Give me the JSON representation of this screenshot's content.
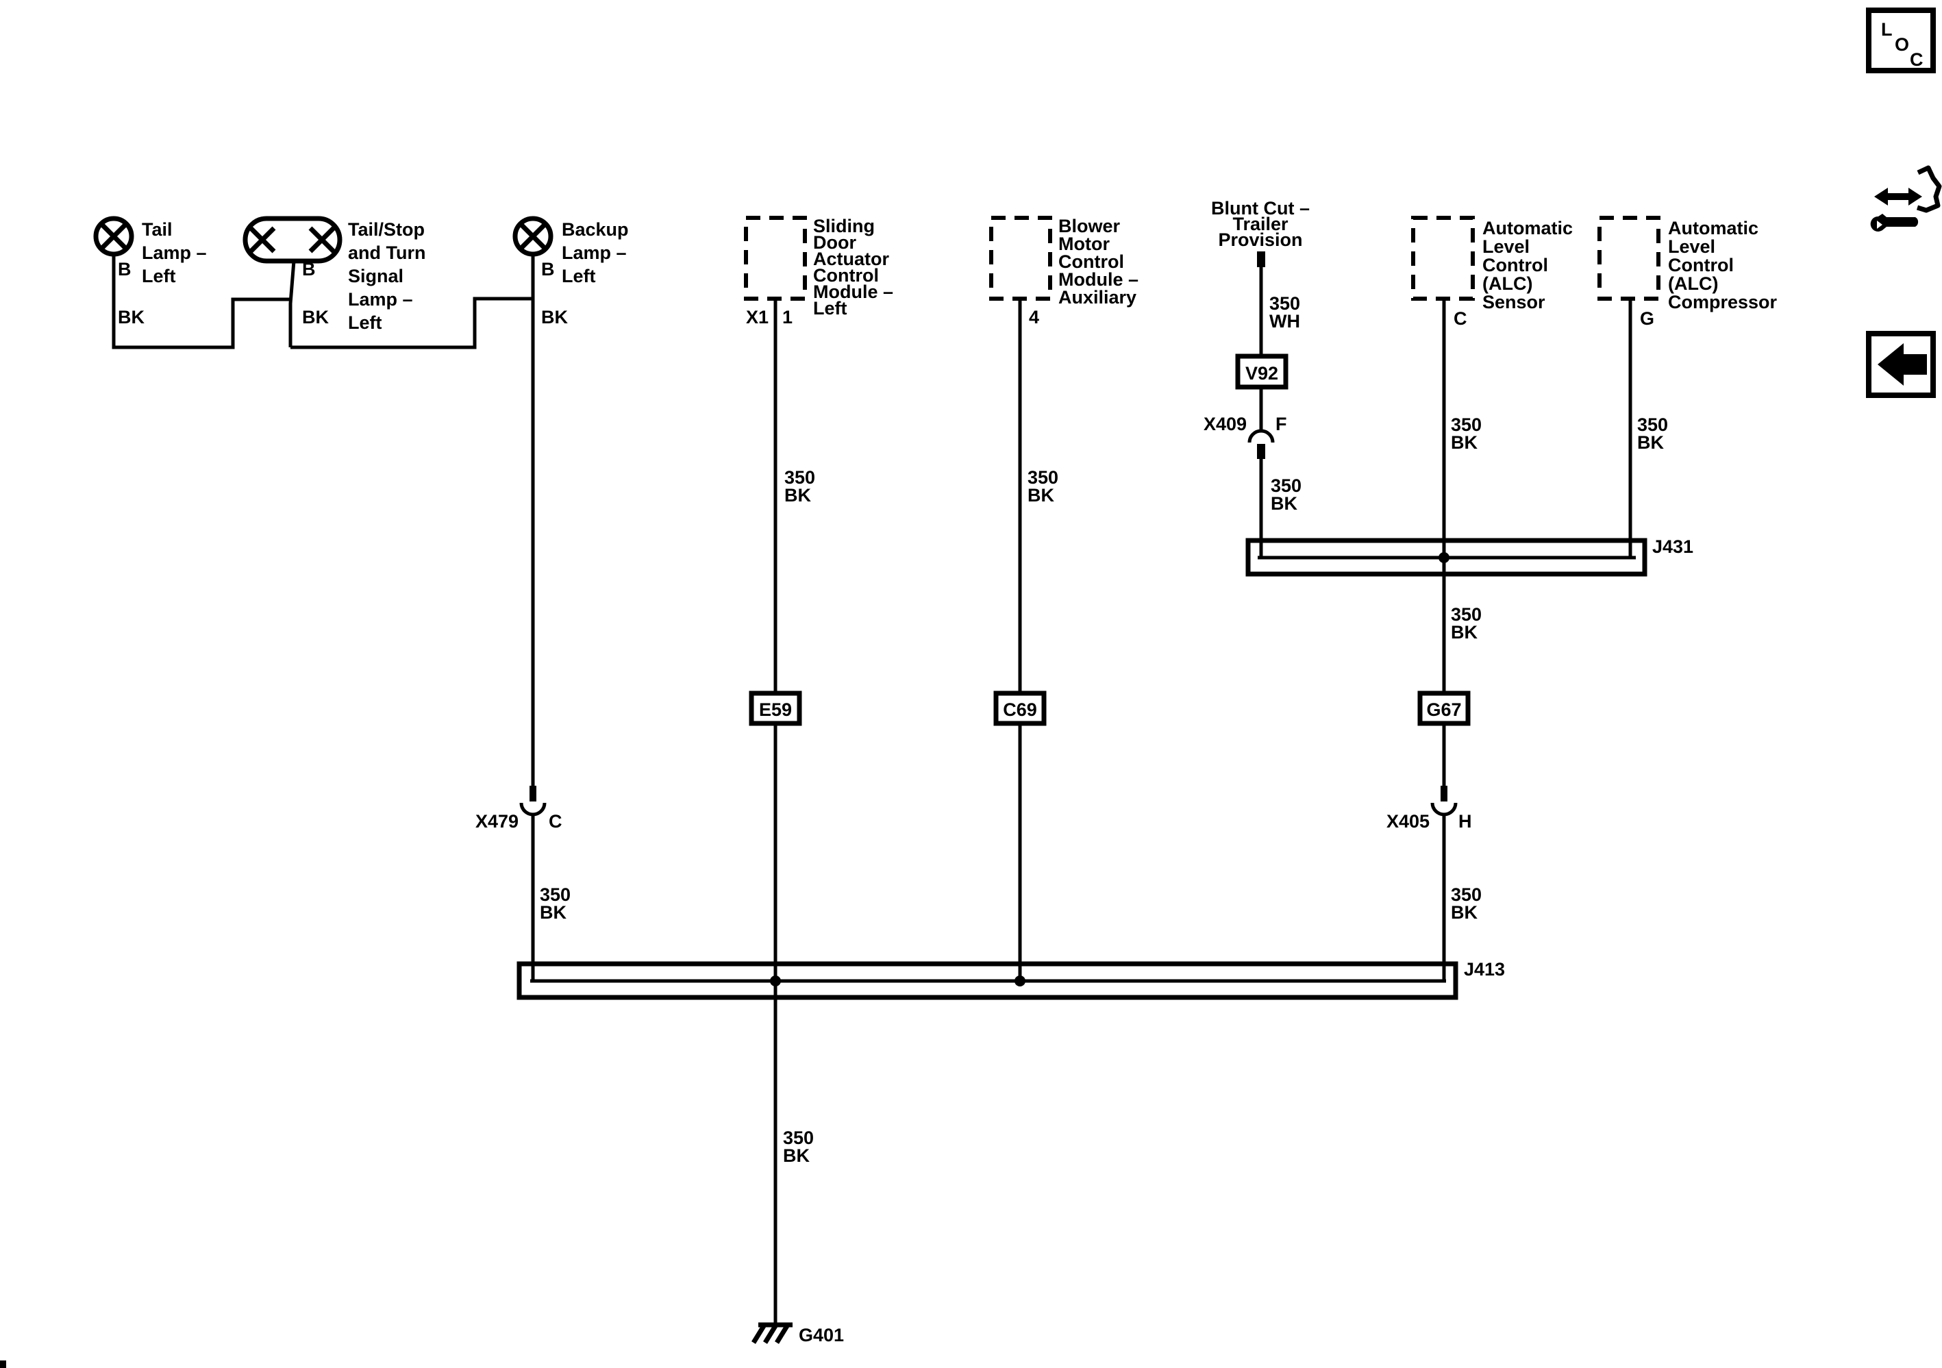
{
  "nav": {
    "loc_letters": [
      "L",
      "O",
      "C"
    ]
  },
  "tail_lamp": {
    "label_lines": [
      "Tail",
      "Lamp –",
      "Left"
    ],
    "pin": "B",
    "wire_color": "BK"
  },
  "tail_stop_turn_lamp": {
    "label_lines": [
      "Tail/Stop",
      "and Turn",
      "Signal",
      "Lamp –",
      "Left"
    ],
    "pin": "B",
    "wire_color": "BK"
  },
  "backup_lamp": {
    "label_lines": [
      "Backup",
      "Lamp –",
      "Left"
    ],
    "pin": "B",
    "wire_color": "BK"
  },
  "sliding_door_module": {
    "label_lines": [
      "Sliding",
      "Door",
      "Actuator",
      "Control",
      "Module –",
      "Left"
    ],
    "connector": "X1",
    "pin": "1",
    "wire_label": [
      "350",
      "BK"
    ]
  },
  "blower_module": {
    "label_lines": [
      "Blower",
      "Motor",
      "Control",
      "Module –",
      "Auxiliary"
    ],
    "pin": "4",
    "wire_label": [
      "350",
      "BK"
    ]
  },
  "blunt_cut": {
    "label_lines": [
      "Blunt Cut –",
      "Trailer",
      "Provision"
    ],
    "wire_label": [
      "350",
      "WH"
    ]
  },
  "v92": {
    "name": "V92"
  },
  "x409": {
    "name": "X409",
    "pin": "F",
    "wire_label": [
      "350",
      "BK"
    ]
  },
  "alc_sensor": {
    "label_lines": [
      "Automatic",
      "Level",
      "Control",
      "(ALC)",
      "Sensor"
    ],
    "pin": "C",
    "wire_label": [
      "350",
      "BK"
    ],
    "wire_label_below": [
      "350",
      "BK"
    ]
  },
  "alc_compressor": {
    "label_lines": [
      "Automatic",
      "Level",
      "Control",
      "(ALC)",
      "Compressor"
    ],
    "pin": "G",
    "wire_label": [
      "350",
      "BK"
    ]
  },
  "j431": {
    "name": "J431"
  },
  "j413": {
    "name": "J413"
  },
  "e59": {
    "name": "E59"
  },
  "c69": {
    "name": "C69"
  },
  "g67": {
    "name": "G67"
  },
  "x479": {
    "name": "X479",
    "pin": "C",
    "wire_label": [
      "350",
      "BK"
    ]
  },
  "x405": {
    "name": "X405",
    "pin": "H",
    "wire_label": [
      "350",
      "BK"
    ]
  },
  "ground_wire": {
    "wire_label": [
      "350",
      "BK"
    ]
  },
  "g401": {
    "name": "G401"
  }
}
